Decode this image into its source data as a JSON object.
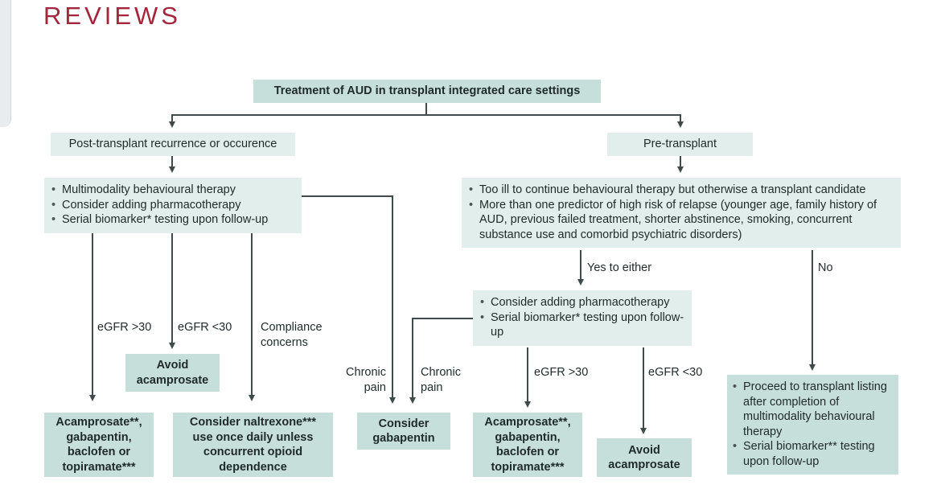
{
  "header": {
    "section_title": "REVIEWS"
  },
  "colors": {
    "title_red": "#a3263a",
    "box_light": "#e2eeec",
    "box_dark": "#c6dfdb",
    "arrow": "#3f4a4a"
  },
  "nodes": {
    "root": "Treatment of AUD in transplant integrated care settings",
    "post": "Post-transplant recurrence or occurence",
    "pre": "Pre-transplant",
    "post_items": [
      "Multimodality behavioural therapy",
      "Consider adding pharmacotherapy",
      "Serial biomarker* testing upon follow-up"
    ],
    "pre_items": [
      "Too ill to continue behavioural therapy but otherwise a transplant candidate",
      "More than one predictor of high risk of relapse (younger age, family history of AUD, previous failed treatment, shorter abstinence, smoking, concurrent substance use and comorbid psychiatric disorders)"
    ],
    "mid_items": [
      "Consider adding pharmacotherapy",
      "Serial biomarker* testing upon follow-up"
    ],
    "avoid_left": "Avoid acamprosate",
    "outcome_post_acamprosate": "Acamprosate**, gabapentin, baclofen or topiramate***",
    "outcome_naltrexone": "Consider naltrexone*** use once daily unless concurrent opioid dependence",
    "outcome_gabapentin": "Consider gabapentin",
    "outcome_pre_acamprosate": "Acamprosate**, gabapentin, baclofen or topiramate***",
    "avoid_right": "Avoid acamprosate",
    "proceed_items": [
      "Proceed to transplant listing after completion of multimodality behavioural therapy",
      "Serial biomarker** testing upon follow-up"
    ]
  },
  "edge_labels": {
    "egfr_gt30_left": "eGFR >30",
    "egfr_lt30_left": "eGFR <30",
    "compliance": "Compliance concerns",
    "chronic_pain_left": "Chronic pain",
    "chronic_pain_right": "Chronic pain",
    "yes_either": "Yes to either",
    "no": "No",
    "egfr_gt30_right": "eGFR >30",
    "egfr_lt30_right": "eGFR <30"
  }
}
